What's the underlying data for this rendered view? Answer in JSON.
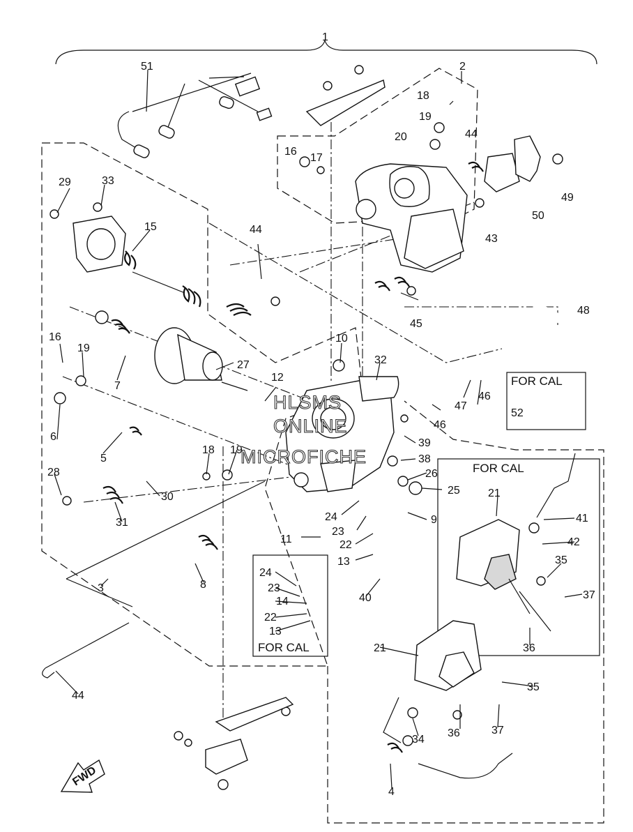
{
  "watermark": [
    "HLSMS",
    "ONLINE",
    "MICROFICHE"
  ],
  "boxes": {
    "for_cal_52": "FOR CAL",
    "for_cal_21": "FOR CAL",
    "for_cal_24": "FOR CAL"
  },
  "callouts": [
    {
      "id": "c1",
      "text": "1"
    },
    {
      "id": "c2",
      "text": "2"
    },
    {
      "id": "c18a",
      "text": "18"
    },
    {
      "id": "c19a",
      "text": "19"
    },
    {
      "id": "c20",
      "text": "20"
    },
    {
      "id": "c44a",
      "text": "44"
    },
    {
      "id": "c16a",
      "text": "16"
    },
    {
      "id": "c17",
      "text": "17"
    },
    {
      "id": "c49",
      "text": "49"
    },
    {
      "id": "c50",
      "text": "50"
    },
    {
      "id": "c43",
      "text": "43"
    },
    {
      "id": "c51",
      "text": "51"
    },
    {
      "id": "c29",
      "text": "29"
    },
    {
      "id": "c33",
      "text": "33"
    },
    {
      "id": "c15",
      "text": "15"
    },
    {
      "id": "c44b",
      "text": "44"
    },
    {
      "id": "c45",
      "text": "45"
    },
    {
      "id": "c48",
      "text": "48"
    },
    {
      "id": "c10",
      "text": "10"
    },
    {
      "id": "c32",
      "text": "32"
    },
    {
      "id": "c16b",
      "text": "16"
    },
    {
      "id": "c19b",
      "text": "19"
    },
    {
      "id": "c7",
      "text": "7"
    },
    {
      "id": "c27",
      "text": "27"
    },
    {
      "id": "c12",
      "text": "12"
    },
    {
      "id": "c46a",
      "text": "46"
    },
    {
      "id": "c46b",
      "text": "46"
    },
    {
      "id": "c47",
      "text": "47"
    },
    {
      "id": "c52",
      "text": "52"
    },
    {
      "id": "c6",
      "text": "6"
    },
    {
      "id": "c5",
      "text": "5"
    },
    {
      "id": "c39",
      "text": "39"
    },
    {
      "id": "c38",
      "text": "38"
    },
    {
      "id": "c18b",
      "text": "18"
    },
    {
      "id": "c19c",
      "text": "19"
    },
    {
      "id": "c26",
      "text": "26"
    },
    {
      "id": "c25",
      "text": "25"
    },
    {
      "id": "c28",
      "text": "28"
    },
    {
      "id": "c30",
      "text": "30"
    },
    {
      "id": "c31",
      "text": "31"
    },
    {
      "id": "c24a",
      "text": "24"
    },
    {
      "id": "c23a",
      "text": "23"
    },
    {
      "id": "c9",
      "text": "9"
    },
    {
      "id": "c21a",
      "text": "21"
    },
    {
      "id": "c41",
      "text": "41"
    },
    {
      "id": "c42",
      "text": "42"
    },
    {
      "id": "c35a",
      "text": "35"
    },
    {
      "id": "c37a",
      "text": "37"
    },
    {
      "id": "c11",
      "text": "11"
    },
    {
      "id": "c22a",
      "text": "22"
    },
    {
      "id": "c13a",
      "text": "13"
    },
    {
      "id": "c8",
      "text": "8"
    },
    {
      "id": "c3",
      "text": "3"
    },
    {
      "id": "c40",
      "text": "40"
    },
    {
      "id": "c36a",
      "text": "36"
    },
    {
      "id": "c24b",
      "text": "24"
    },
    {
      "id": "c23b",
      "text": "23"
    },
    {
      "id": "c14",
      "text": "14"
    },
    {
      "id": "c22b",
      "text": "22"
    },
    {
      "id": "c13b",
      "text": "13"
    },
    {
      "id": "c44c",
      "text": "44"
    },
    {
      "id": "c21b",
      "text": "21"
    },
    {
      "id": "c35b",
      "text": "35"
    },
    {
      "id": "c34",
      "text": "34"
    },
    {
      "id": "c36b",
      "text": "36"
    },
    {
      "id": "c37b",
      "text": "37"
    },
    {
      "id": "c4",
      "text": "4"
    }
  ],
  "fwd_badge": "FWD"
}
